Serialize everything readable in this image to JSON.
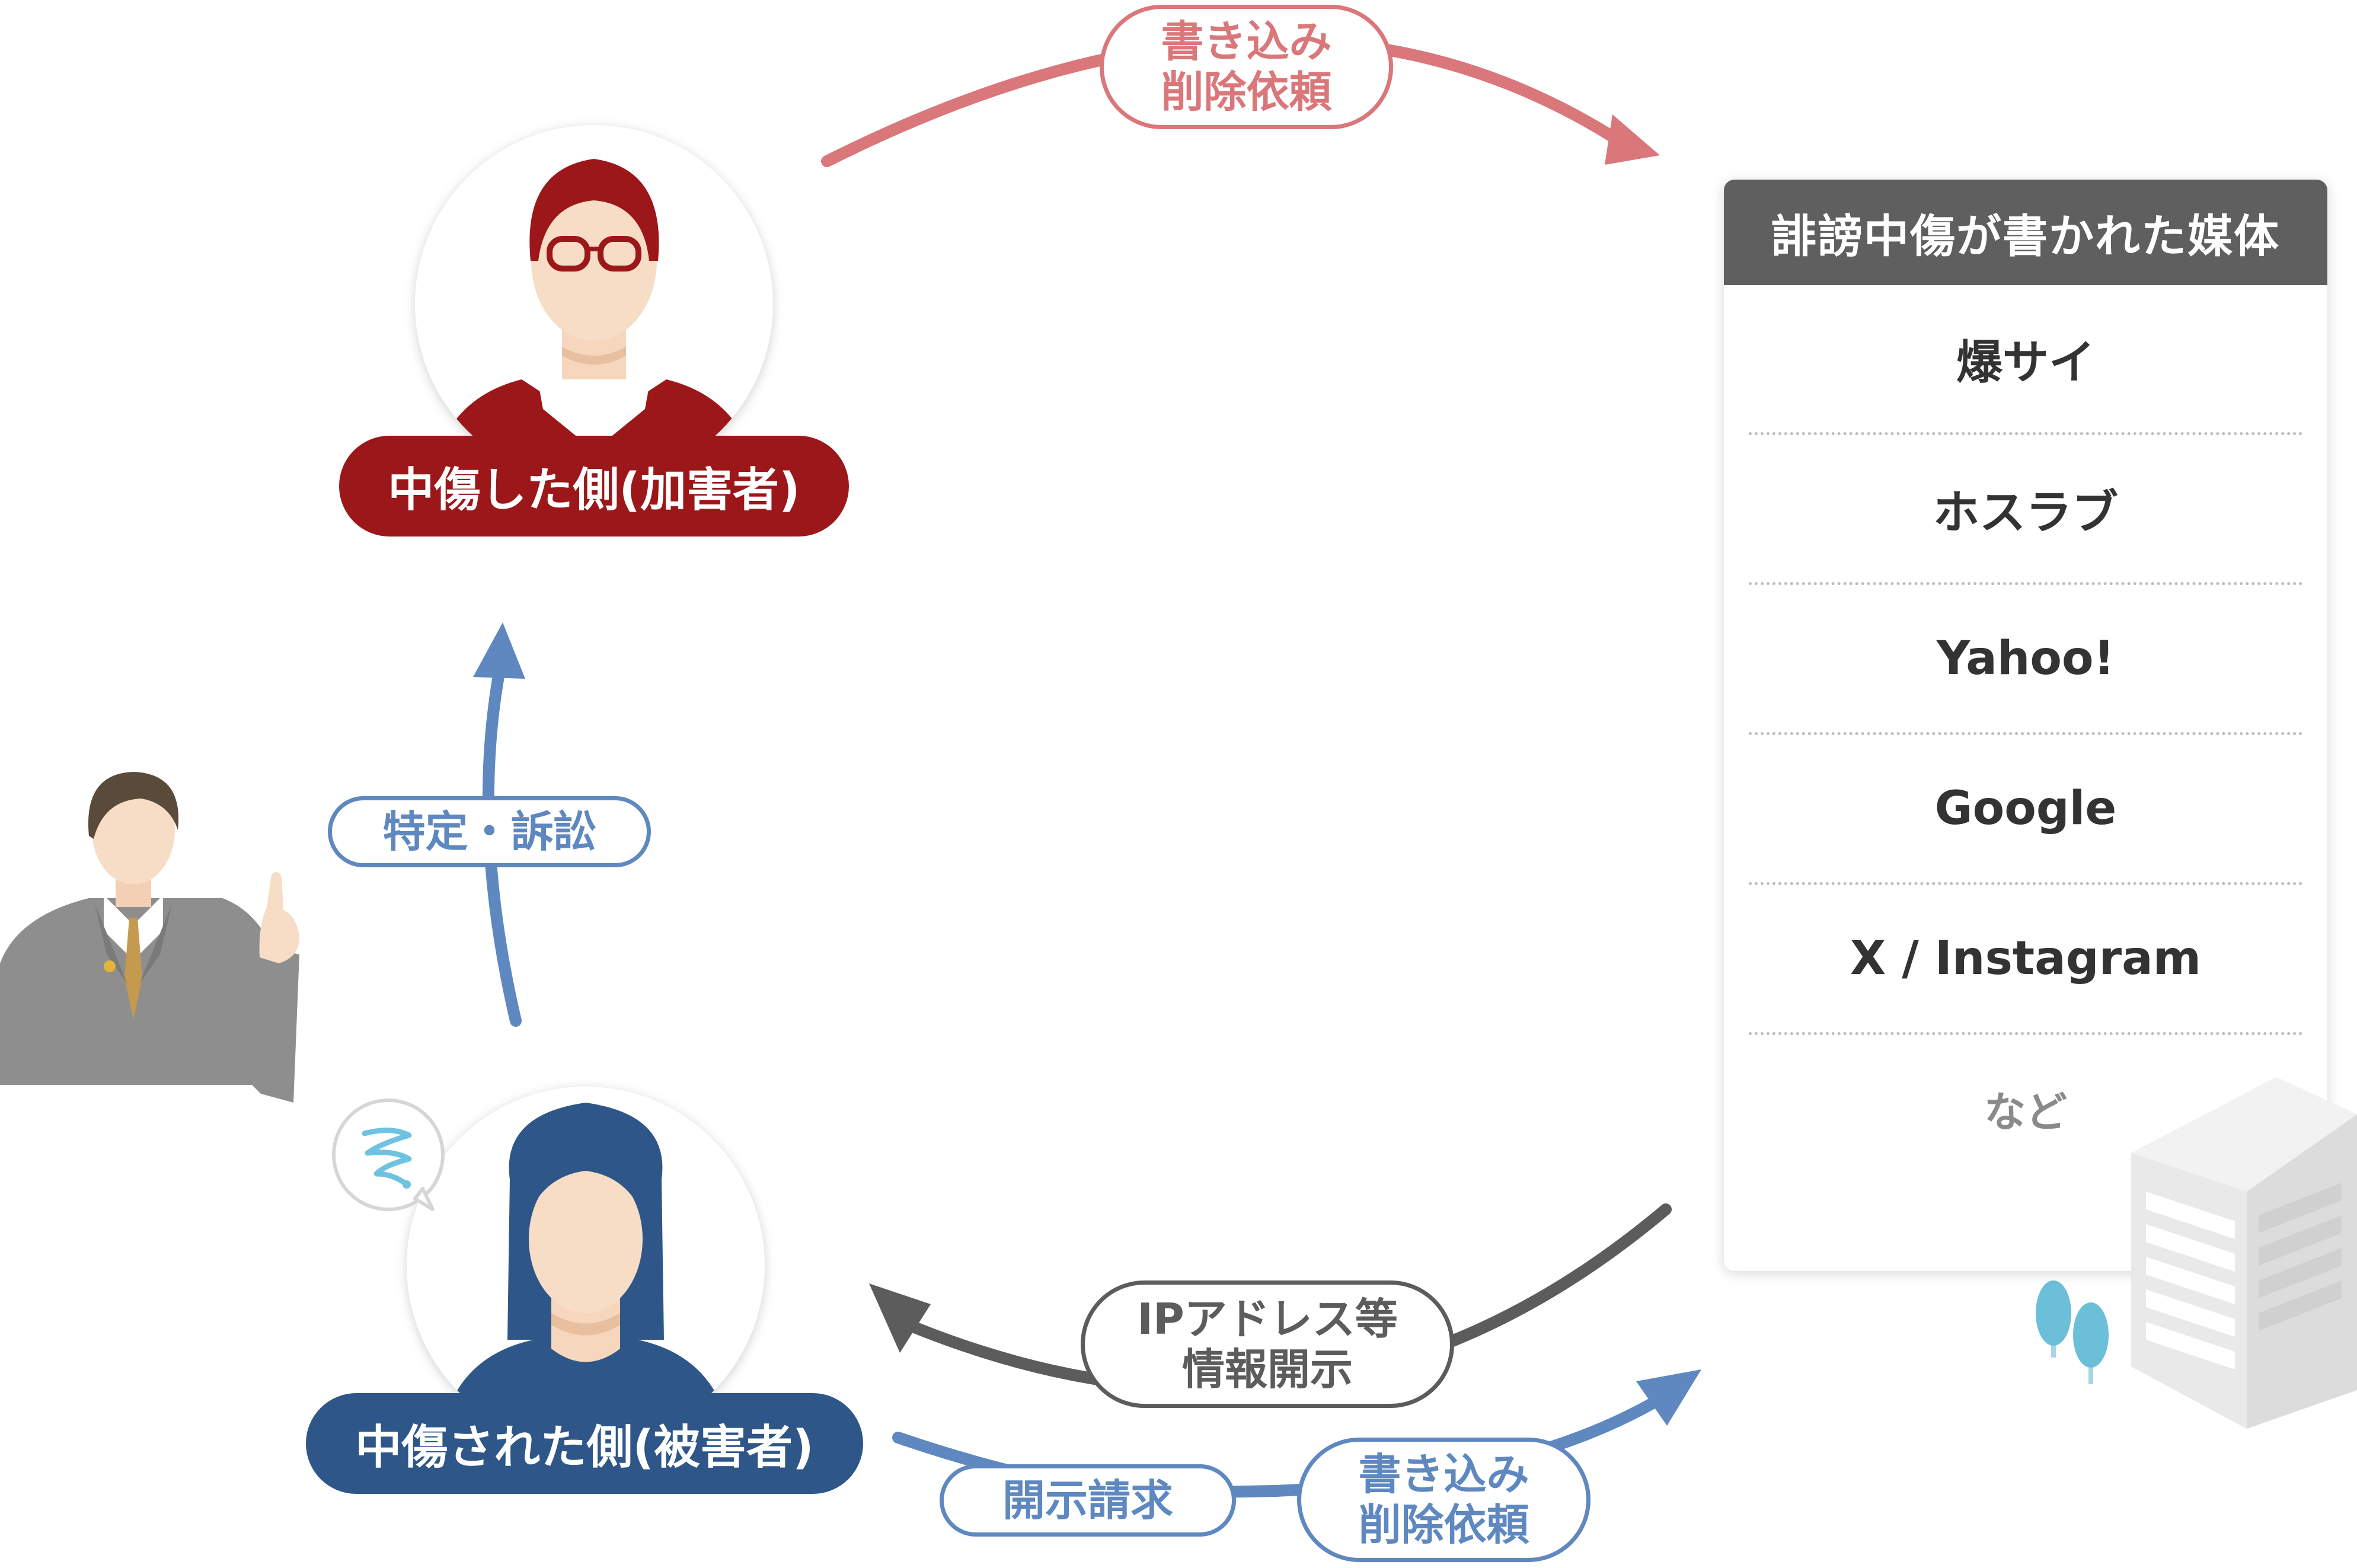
{
  "colors": {
    "perpetrator": "#9b1719",
    "victim": "#2e5688",
    "red_arrow": "#d9777a",
    "gray_arrow": "#5c5c5c",
    "blue_arrow": "#5e88bf",
    "card_header": "#5f5f5f"
  },
  "media": {
    "title": "誹謗中傷が書かれた媒体",
    "items": [
      "爆サイ",
      "ホスラブ",
      "Yahoo!",
      "Google",
      "X / Instagram",
      "など"
    ]
  },
  "roles": {
    "perpetrator": "中傷した側(加害者)",
    "victim": "中傷された側(被害者)"
  },
  "labels": {
    "top_request": "書き込み\n削除依頼",
    "identify_sue": "特定・訴訟",
    "ip_disclosure": "IPアドレス等\n情報開示",
    "disclosure_request": "開示請求",
    "bottom_request": "書き込み\n削除依頼"
  },
  "icons": {
    "perpetrator": "man-with-glasses-icon",
    "victim": "woman-icon",
    "lawyer": "lawyer-pointing-icon",
    "worry": "worry-speech-bubble-icon",
    "building": "office-building-icon",
    "trees": "tree-icon"
  }
}
